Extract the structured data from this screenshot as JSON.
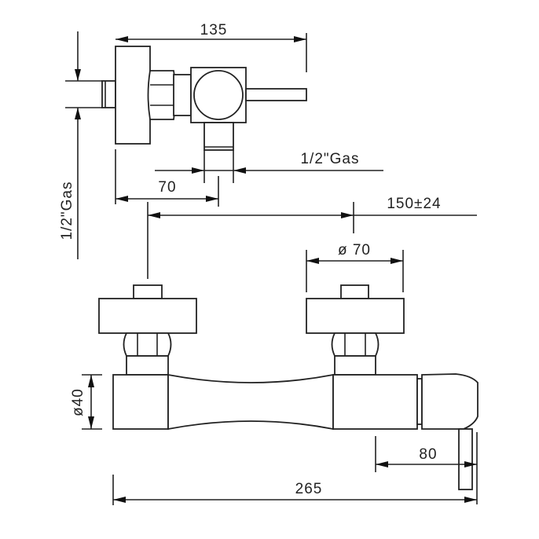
{
  "title": "Shower mixer dimensional drawing",
  "dimensions": {
    "overall_depth": "135",
    "inlet_thread_side": "1/2\"Gas",
    "inlet_thread_bottom": "1/2\"Gas",
    "offset": "70",
    "centers": "150±24",
    "knob_diameter": "ø 70",
    "body_diameter": "ø40",
    "lever_length": "80",
    "overall_width": "265"
  }
}
